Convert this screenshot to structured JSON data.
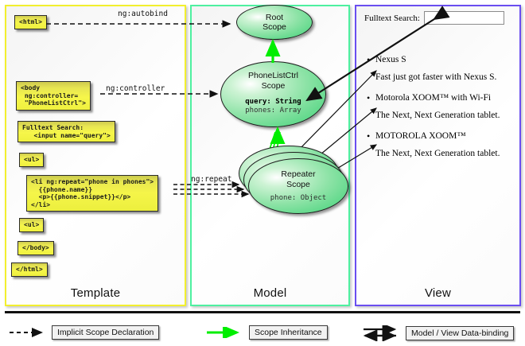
{
  "panels": [
    {
      "key": "template",
      "label": "Template",
      "border": "#f2ef2e"
    },
    {
      "key": "model",
      "label": "Model",
      "border": "#4ef0a0"
    },
    {
      "key": "view",
      "label": "View",
      "border": "#6a4ef0"
    }
  ],
  "template": {
    "boxes": [
      {
        "name": "html-open-box",
        "text": "<html>"
      },
      {
        "name": "body-box",
        "text": "<body\n ng:controller=\n \"PhoneListCtrl\">"
      },
      {
        "name": "fulltext-search-box",
        "text": "Fulltext Search:\n   <input name=\"query\">"
      },
      {
        "name": "ul-open-box",
        "text": "<ul>"
      },
      {
        "name": "li-repeat-box",
        "text": "<li ng:repeat=\"phone in phones\">\n  {{phone.name}}\n  <p>{{phone.snippet}}</p>\n</li>"
      },
      {
        "name": "ul-close-box",
        "text": "<ul>"
      },
      {
        "name": "body-close-box",
        "text": "</body>"
      },
      {
        "name": "html-close-box",
        "text": "</html>"
      }
    ]
  },
  "connectors": {
    "autobind": "ng:autobind",
    "controller": "ng:controller",
    "repeat": "ng:repeat"
  },
  "model": {
    "scopes": [
      {
        "name": "root-scope",
        "title_line1": "Root",
        "title_line2": "Scope",
        "members": []
      },
      {
        "name": "phonelistctrl-scope",
        "title_line1": "PhoneListCtrl",
        "title_line2": "Scope",
        "members": [
          {
            "text": "query: String",
            "bold": true
          },
          {
            "text": "phones: Array",
            "bold": false
          }
        ]
      },
      {
        "name": "repeater-scope",
        "title_line1": "Repeater",
        "title_line2": "Scope",
        "members": [
          {
            "text": "phone: Object",
            "bold": false
          }
        ]
      }
    ]
  },
  "view": {
    "search_label": "Fulltext Search:",
    "search_value": "",
    "search_placeholder": "",
    "phones": [
      {
        "name": "Nexus S",
        "snippet": "Fast just got faster with Nexus S."
      },
      {
        "name": "Motorola XOOM™  with Wi-Fi",
        "snippet": "The Next, Next Generation tablet."
      },
      {
        "name": "MOTOROLA XOOM™",
        "snippet": "The Next, Next Generation tablet."
      }
    ]
  },
  "legend": [
    {
      "name": "legend-implicit-scope-declaration",
      "label": "Implicit Scope Declaration",
      "style": "dashed-black"
    },
    {
      "name": "legend-scope-inheritance",
      "label": "Scope Inheritance",
      "style": "solid-green"
    },
    {
      "name": "legend-model-view-databinding",
      "label": "Model / View Data-binding",
      "style": "double-black"
    }
  ],
  "colors": {
    "template_border": "#f2ef2e",
    "model_border": "#4ef0a0",
    "view_border": "#6a4ef0",
    "box_yellow": "#f3f349",
    "scope_green": "#7fdfa0",
    "inheritance_green": "#00ee00",
    "line_black": "#111111"
  }
}
